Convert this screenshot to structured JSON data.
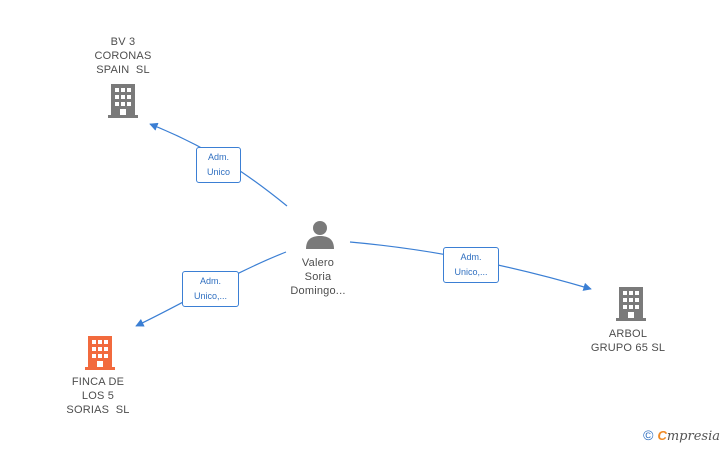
{
  "nodes": {
    "bv3": {
      "lines": [
        "BV 3",
        "CORONAS",
        "SPAIN  SL"
      ],
      "icon": "building-icon",
      "color": "#7a7a7a"
    },
    "finca": {
      "lines": [
        "FINCA DE",
        "LOS 5",
        "SORIAS  SL"
      ],
      "icon": "building-icon",
      "color": "#f26a3d"
    },
    "arbol": {
      "lines": [
        "ARBOL",
        "GRUPO 65 SL"
      ],
      "icon": "building-icon",
      "color": "#7a7a7a"
    },
    "person": {
      "lines": [
        "Valero",
        "Soria",
        "Domingo..."
      ],
      "icon": "person-icon",
      "color": "#7a7a7a"
    }
  },
  "edges": {
    "to_bv3": {
      "lines": [
        "Adm.",
        "Unico"
      ]
    },
    "to_finca": {
      "lines": [
        "Adm.",
        "Unico,..."
      ]
    },
    "to_arbol": {
      "lines": [
        "Adm.",
        "Unico,..."
      ]
    }
  },
  "colors": {
    "edge": "#3b7fd4",
    "accent": "#f26a3d"
  },
  "watermark": {
    "copyright": "©",
    "brand_first": "C",
    "brand_rest": "mpresia"
  }
}
